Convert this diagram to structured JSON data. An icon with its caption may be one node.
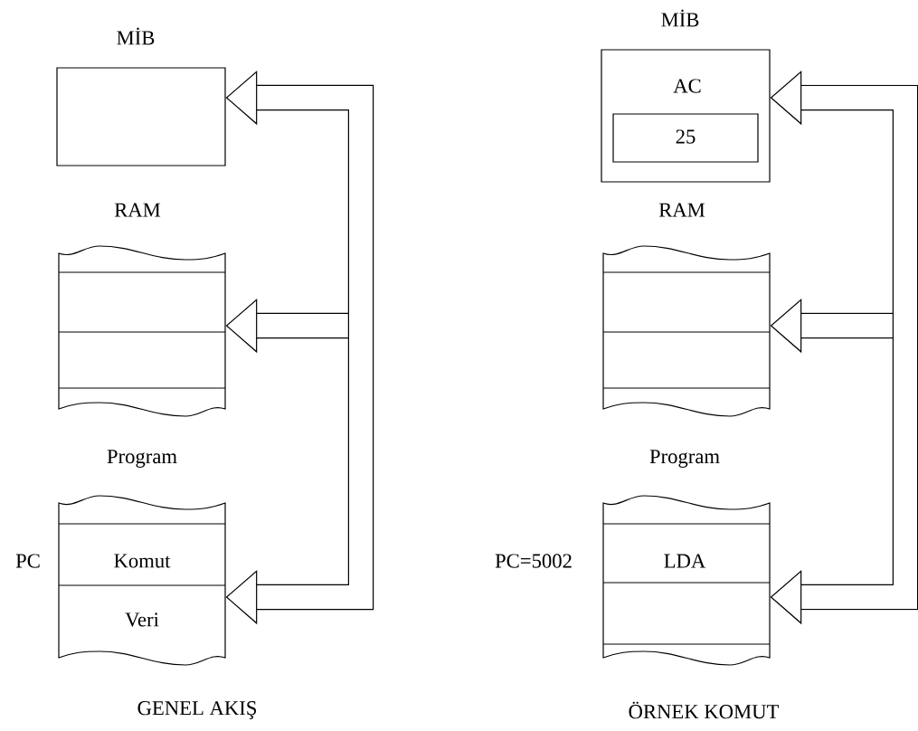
{
  "diagram": {
    "nodes": [
      {
        "text": [
          "MİB"
        ]
      },
      {
        "text": [
          "RAM"
        ]
      },
      {
        "text": [
          "Program",
          "Komut",
          "Veri"
        ],
        "beside": [
          "PC"
        ]
      },
      {
        "text": [
          "MİB",
          "AC"
        ]
      },
      {
        "text": [
          "25"
        ],
        "in": 3
      },
      {
        "text": [
          "RAM"
        ]
      },
      {
        "text": [
          "Program",
          "LDA"
        ],
        "beside": [
          "PC=5002"
        ]
      }
    ],
    "edges": [
      {
        "from": null,
        "to": 0,
        "arrow": "to"
      },
      {
        "from": null,
        "to": 1,
        "arrow": "to"
      },
      {
        "from": null,
        "to": 2,
        "arrow": "to"
      },
      {
        "from": null,
        "to": 3,
        "arrow": "to"
      },
      {
        "from": null,
        "to": 5,
        "arrow": "to"
      },
      {
        "from": null,
        "to": 6,
        "arrow": "to"
      }
    ],
    "labels": [
      "GENEL AKIŞ",
      "ÖRNEK KOMUT"
    ]
  }
}
